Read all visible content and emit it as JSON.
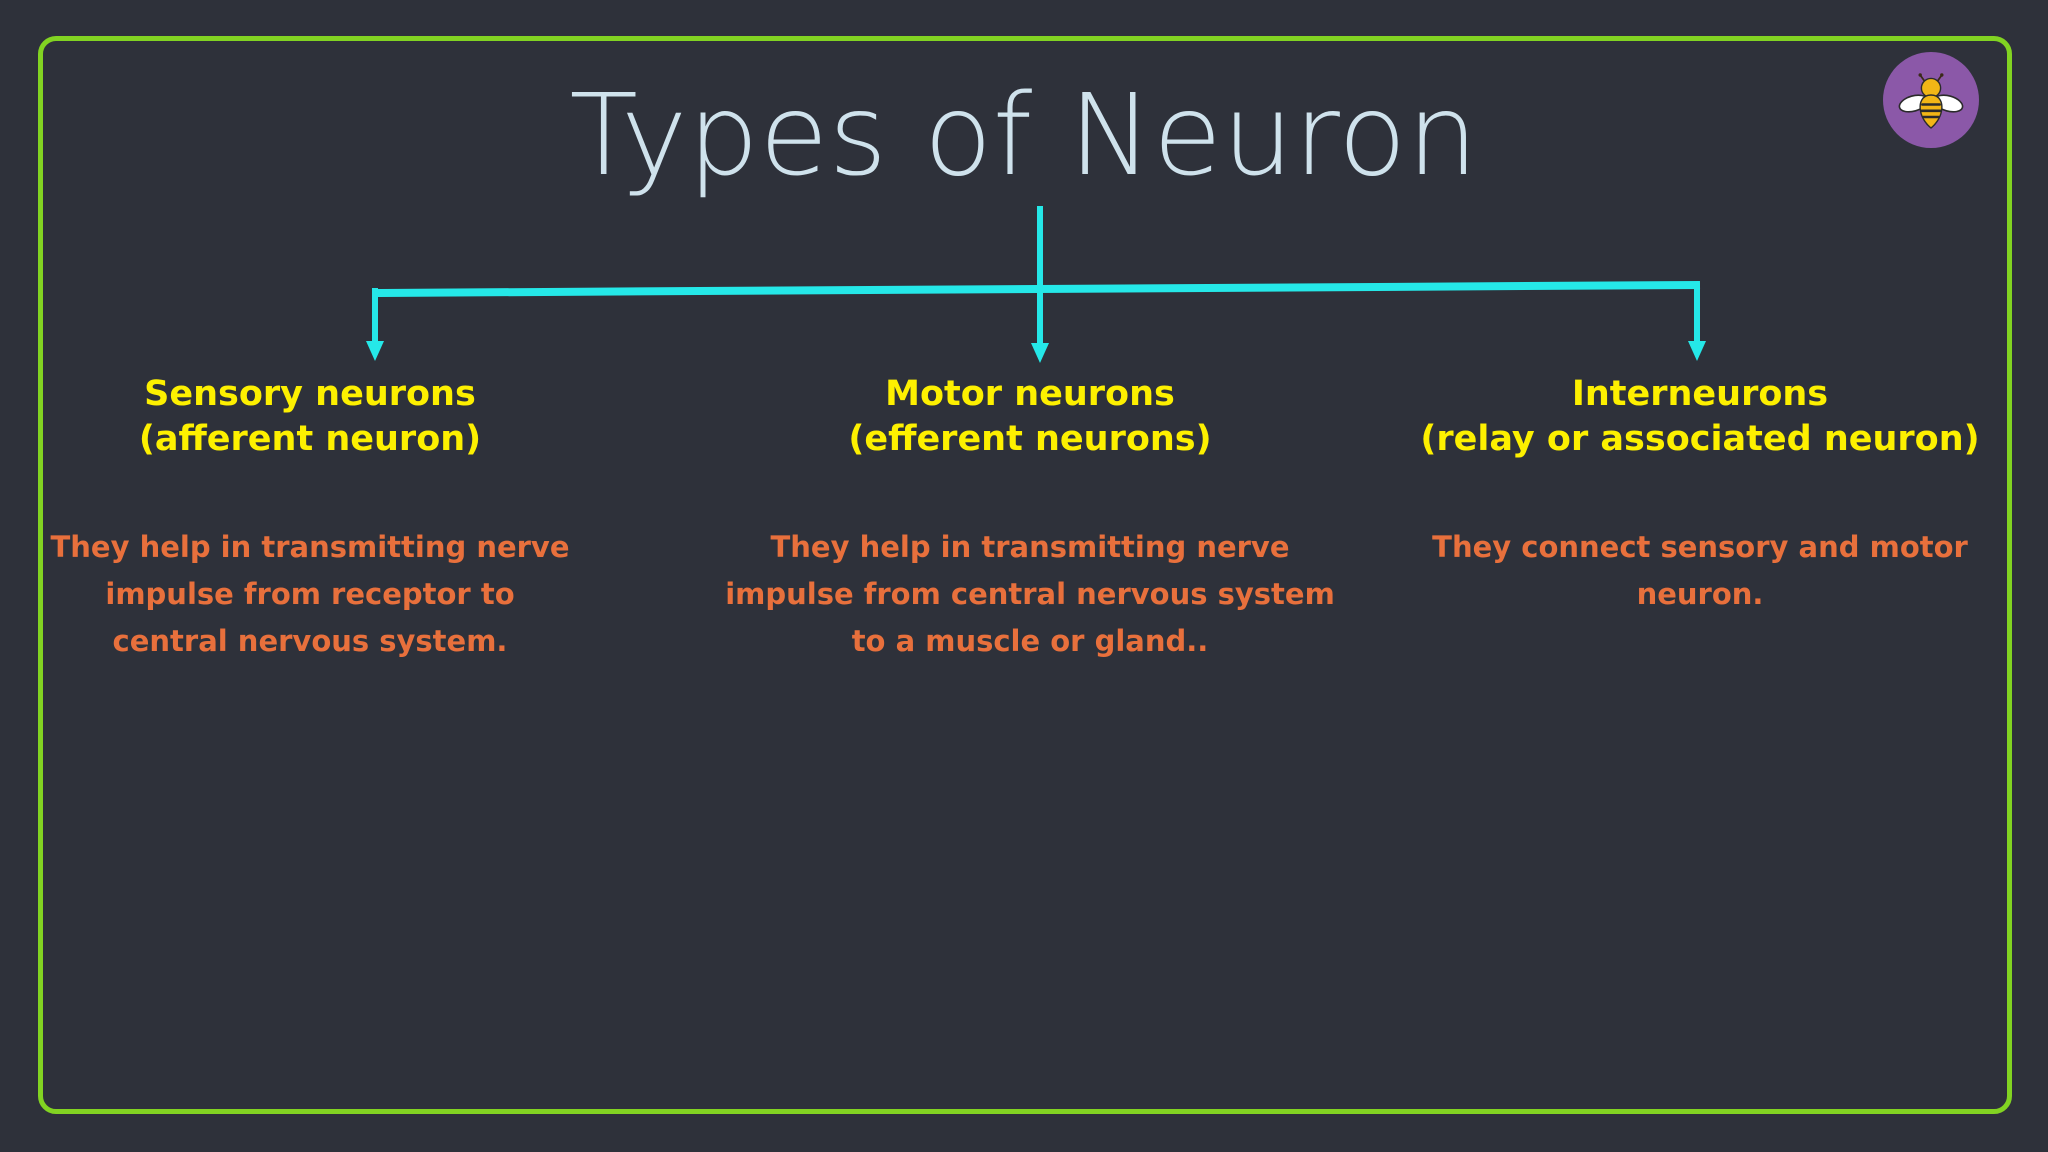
{
  "slide": {
    "title": "Types of Neuron",
    "background_color": "#2e313a",
    "frame_color": "#82d322",
    "title_color": "#cfe2ec",
    "connector_color": "#25e8e8",
    "heading_color": "#fdf000",
    "body_color": "#e8703c"
  },
  "logo": {
    "name": "bee-logo",
    "circle_color": "#8b58a8",
    "bee_body_color": "#f2b616",
    "bee_wing_color": "#ffffff",
    "bee_stripe_color": "#2b2b2b"
  },
  "columns": [
    {
      "heading_line_1": "Sensory neurons",
      "heading_line_2": "(afferent neuron)",
      "body": "They help in transmitting nerve impulse from receptor to central nervous system."
    },
    {
      "heading_line_1": "Motor neurons",
      "heading_line_2": "(efferent neurons)",
      "body": "They help in transmitting nerve impulse from central nervous system to a muscle or gland.."
    },
    {
      "heading_line_1": "Interneurons",
      "heading_line_2": "(relay or associated neuron)",
      "body": "They connect sensory and motor neuron."
    }
  ]
}
